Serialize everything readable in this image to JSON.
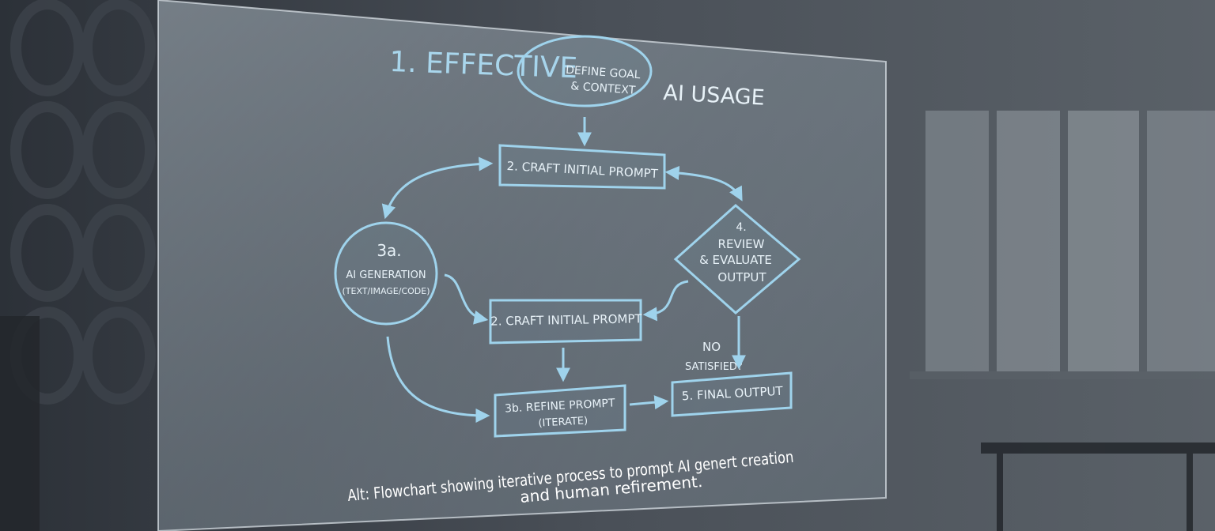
{
  "diagram": {
    "title_part1": "1. EFFECTIVE",
    "title_part2": "AI USAGE",
    "nodes": {
      "goal": {
        "line1": "DEFINE GOAL",
        "line2": "& CONTEXT"
      },
      "craft_top": "2. CRAFT INITIAL PROMPT",
      "ai_gen": {
        "num": "3a.",
        "line1": "AI GENERATION",
        "line2": "(TEXT/IMAGE/CODE)"
      },
      "review": {
        "num": "4.",
        "line1": "REVIEW",
        "line2": "& EVALUATE",
        "line3": "OUTPUT"
      },
      "craft_mid": "2. CRAFT INITIAL PROMPT",
      "refine": {
        "line1": "3b. REFINE PROMPT",
        "line2": "(ITERATE)"
      },
      "final": "5. FINAL OUTPUT"
    },
    "edge_labels": {
      "no": "NO",
      "satisfied": "SATISFIED?"
    }
  },
  "caption": {
    "line1": "Alt: Flowchart showing iterative process to prompt AI genert creation",
    "line2": "and human refirement."
  },
  "colors": {
    "accent": "#9fd3ec",
    "glass": "#b9c6cf",
    "background": "#3a4048"
  }
}
